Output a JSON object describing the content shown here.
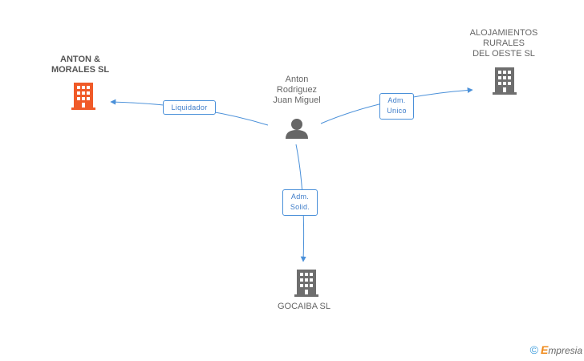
{
  "nodes": {
    "person": {
      "name": "Anton\nRodriguez\nJuan Miguel",
      "type": "person"
    },
    "anton_morales": {
      "name": "ANTON &\nMORALES SL",
      "type": "company",
      "highlight": true
    },
    "alojamientos": {
      "name": "ALOJAMIENTOS\nRURALES\nDEL OESTE SL",
      "type": "company"
    },
    "gocaiba": {
      "name": "GOCAIBA SL",
      "type": "company"
    }
  },
  "edges": {
    "liquidador": {
      "label": "Liquidador",
      "from": "person",
      "to": "anton_morales"
    },
    "adm_unico": {
      "label": "Adm.\nUnico",
      "from": "person",
      "to": "alojamientos"
    },
    "adm_solid": {
      "label": "Adm.\nSolid.",
      "from": "person",
      "to": "gocaiba"
    }
  },
  "watermark": {
    "symbol": "©",
    "initial": "E",
    "rest": "mpresia"
  },
  "colors": {
    "edge": "#4a90d9",
    "company": "#6e6e6e",
    "company_highlight": "#f05a28",
    "person": "#666666"
  }
}
